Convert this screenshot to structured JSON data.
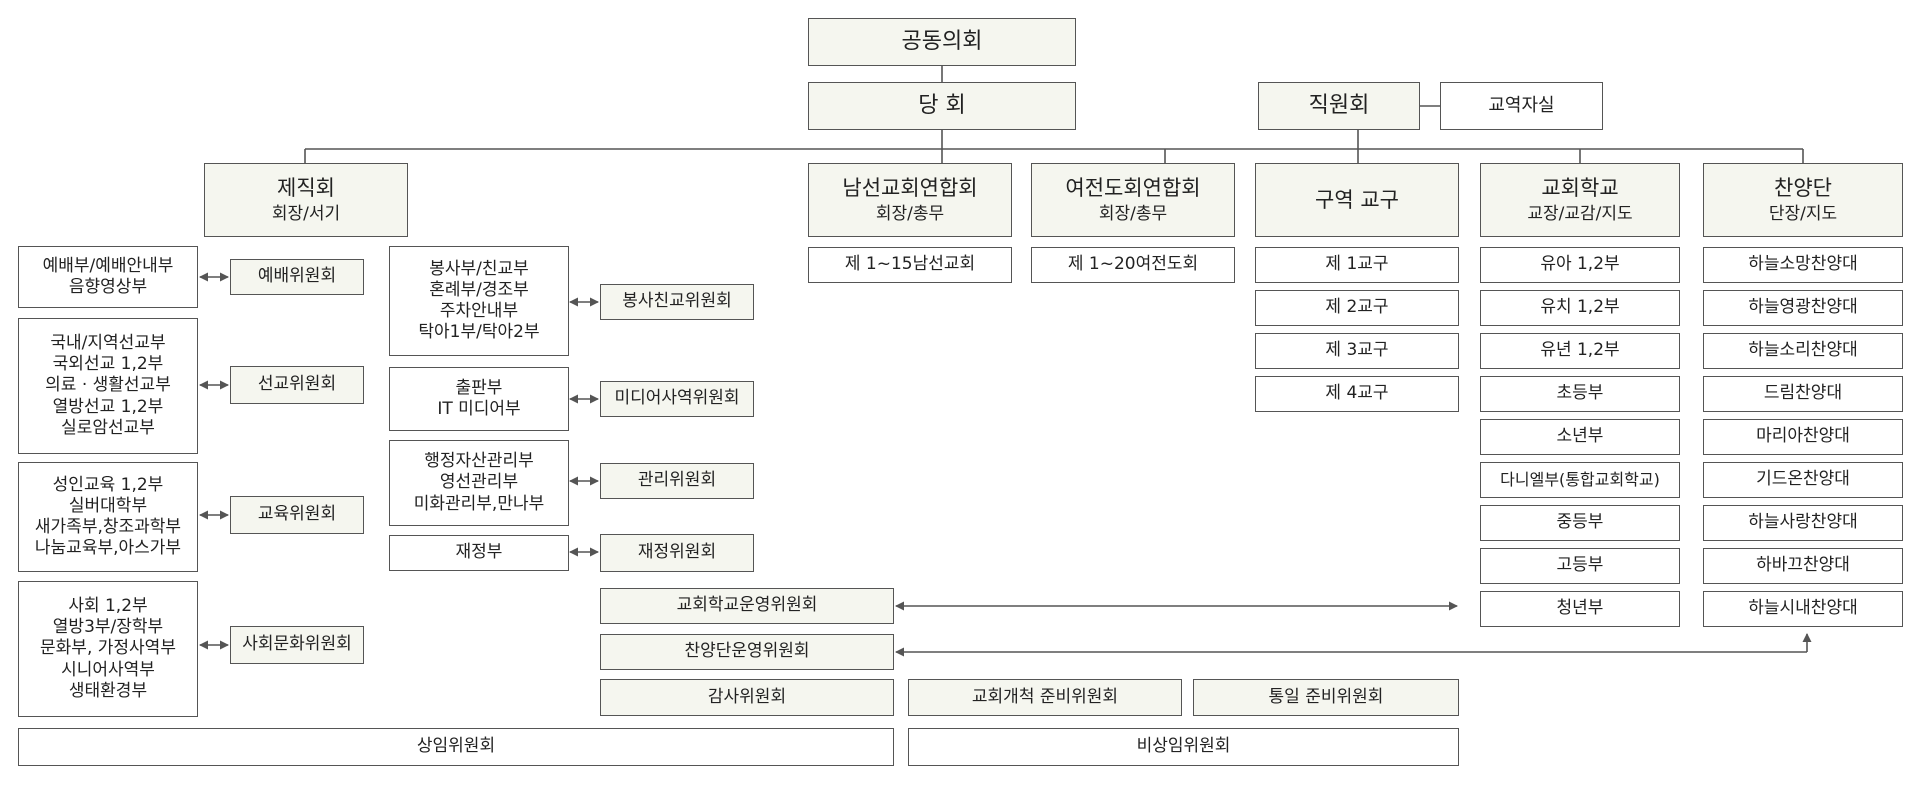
{
  "top": {
    "general_assembly": "공동의회",
    "session": "당 회",
    "staff_council": "직원회",
    "ministry_office": "교역자실"
  },
  "columns": {
    "deacons": {
      "title": "제직회",
      "subtitle": "회장/서기"
    },
    "men": {
      "title": "남선교회연합회",
      "subtitle": "회장/총무",
      "items": [
        "제 1~15남선교회"
      ]
    },
    "women": {
      "title": "여전도회연합회",
      "subtitle": "회장/총무",
      "items": [
        "제 1~20여전도회"
      ]
    },
    "districts": {
      "title": "구역 교구",
      "items": [
        "제 1교구",
        "제 2교구",
        "제 3교구",
        "제 4교구"
      ]
    },
    "school": {
      "title": "교회학교",
      "subtitle": "교장/교감/지도",
      "items": [
        "유아 1,2부",
        "유치 1,2부",
        "유년 1,2부",
        "초등부",
        "소년부",
        "다니엘부(통합교회학교)",
        "중등부",
        "고등부",
        "청년부"
      ]
    },
    "choir": {
      "title": "찬양단",
      "subtitle": "단장/지도",
      "items": [
        "하늘소망찬양대",
        "하늘영광찬양대",
        "하늘소리찬양대",
        "드림찬양대",
        "마리아찬양대",
        "기드온찬양대",
        "하늘사랑찬양대",
        "하바끄찬양대",
        "하늘시내찬양대"
      ]
    }
  },
  "left_groups": [
    {
      "departments": [
        "예배부/예배안내부",
        "음향영상부"
      ],
      "committee": "예배위원회"
    },
    {
      "departments": [
        "국내/지역선교부",
        "국외선교 1,2부",
        "의료 · 생활선교부",
        "열방선교 1,2부",
        "실로암선교부"
      ],
      "committee": "선교위원회"
    },
    {
      "departments": [
        "성인교육 1,2부",
        "실버대학부",
        "새가족부,창조과학부",
        "나눔교육부,아스가부"
      ],
      "committee": "교육위원회"
    },
    {
      "departments": [
        "사회 1,2부",
        "열방3부/장학부",
        "문화부, 가정사역부",
        "시니어사역부",
        "생태환경부"
      ],
      "committee": "사회문화위원회"
    }
  ],
  "mid_groups": [
    {
      "departments": [
        "봉사부/친교부",
        "혼례부/경조부",
        "주차안내부",
        "탁아1부/탁아2부"
      ],
      "committee": "봉사친교위원회"
    },
    {
      "departments": [
        "출판부",
        "IT 미디어부"
      ],
      "committee": "미디어사역위원회"
    },
    {
      "departments": [
        "행정자산관리부",
        "영선관리부",
        "미화관리부,만나부"
      ],
      "committee": "관리위원회"
    },
    {
      "departments": [
        "재정부"
      ],
      "committee": "재정위원회"
    }
  ],
  "committees": {
    "school_ops": "교회학교운영위원회",
    "choir_ops": "찬양단운영위원회",
    "audit": "감사위원회",
    "church_planting": "교회개척 준비위원회",
    "unification": "통일 준비위원회",
    "standing": "상임위원회",
    "non_standing": "비상임위원회"
  },
  "colors": {
    "line": "#555555",
    "box_fill": "#ffffff",
    "header_fill": "#f5f6ef"
  }
}
